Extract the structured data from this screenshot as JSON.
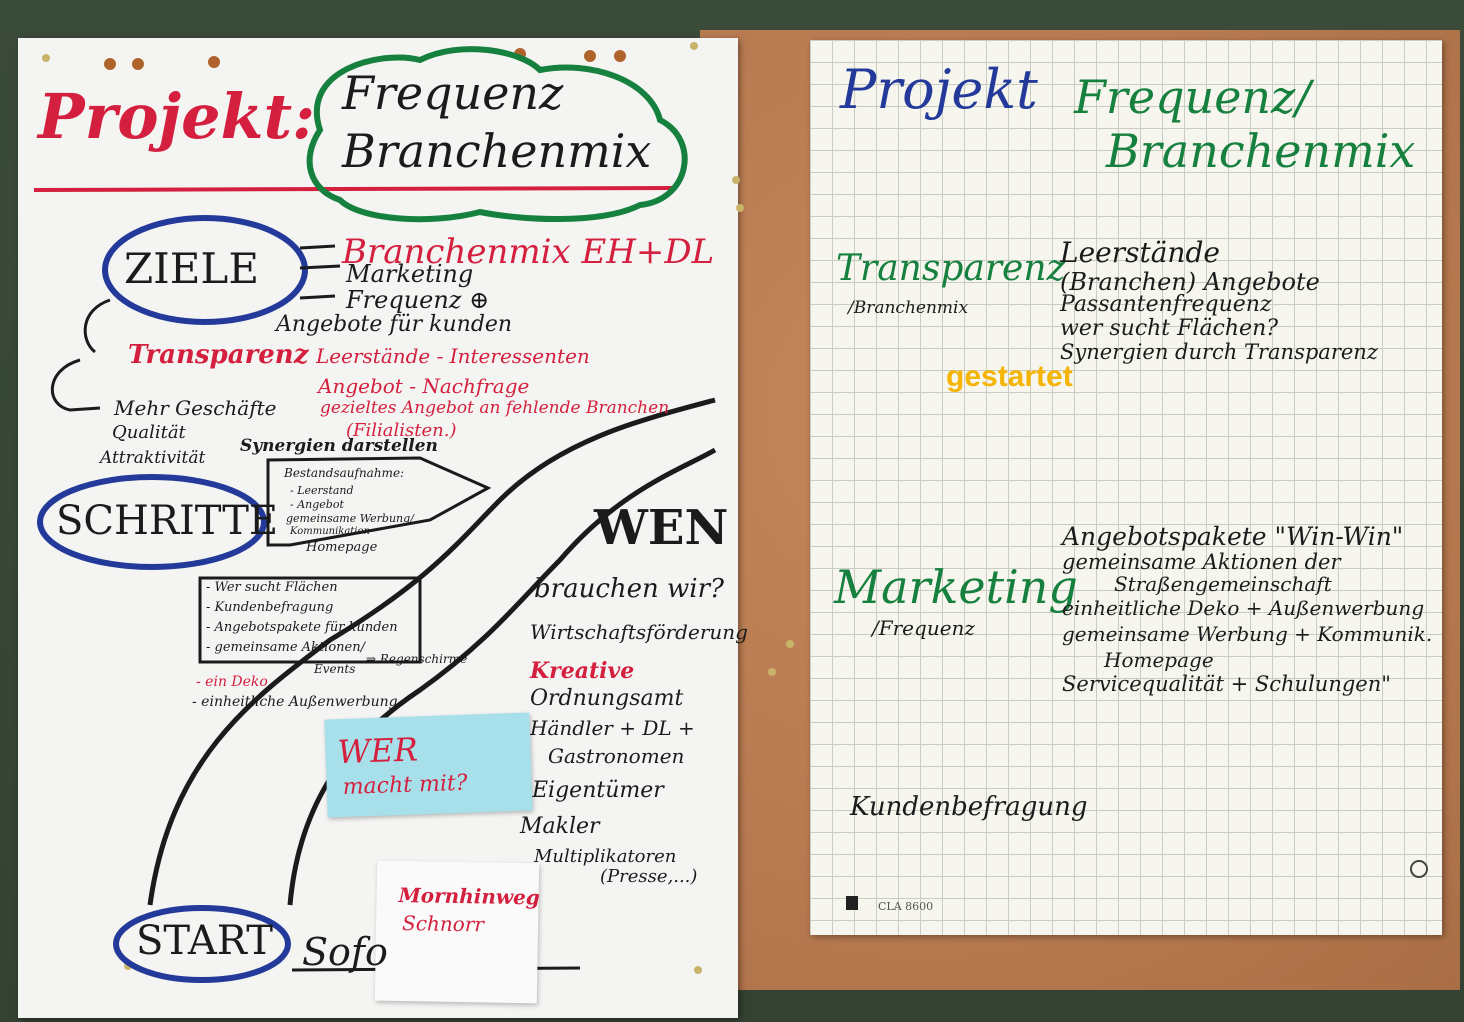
{
  "left_sheet": {
    "title_word": "Projekt:",
    "title_cloud_line1": "Frequenz",
    "title_cloud_line2": "Branchenmix",
    "ziele": "ZIELE",
    "ziele_items": [
      "Branchenmix EH+DL",
      "Marketing",
      "Frequenz ⊕",
      "Angebote für kunden"
    ],
    "transparenz": "Transparenz",
    "transparenz_lines": [
      "Leerstände - Interessenten",
      "Angebot - Nachfrage",
      "gezieltes Angebot an fehlende Branchen",
      "(Filialisten.)"
    ],
    "mehr_lines": [
      "Mehr Geschäfte",
      "Qualität",
      "Attraktivität"
    ],
    "synergien": "Synergien darstellen",
    "bestand_lines": [
      "Bestandsaufnahme:",
      "- Leerstand",
      "- Angebot",
      "gemeinsame Werbung/",
      "Kommunikation",
      "Homepage"
    ],
    "schritte": "SCHRITTE",
    "steps_lines": [
      "- Wer sucht Flächen",
      "- Kundenbefragung",
      "- Angebotspakete für kunden",
      "- gemeinsame Aktionen/",
      "Events",
      "⇒ Regenschirme"
    ],
    "steps_red": "- ein Deko",
    "steps_last": "- einheitliche Außenwerbung",
    "wen": "WEN",
    "wen_question": "brauchen wir?",
    "wen_items": [
      "Wirtschaftsförderung",
      "Kreative",
      "Ordnungsamt",
      "Händler + DL +",
      "Gastronomen",
      "Eigentümer",
      "Makler",
      "Multiplikatoren",
      "(Presse,...)"
    ],
    "sticky_blue_line1": "WER",
    "sticky_blue_line2": "macht mit?",
    "sticky_white_line1": "Mornhinweg",
    "sticky_white_line2": "Schnorr",
    "start": "START",
    "sofo": "Sofo"
  },
  "right_sheet": {
    "projekt": "Projekt",
    "cloud_line1": "Frequenz/",
    "cloud_line2": "Branchenmix",
    "transparenz": "Transparenz",
    "transparenz_sub": "/Branchenmix",
    "transparenz_items": [
      "Leerstände",
      "(Branchen) Angebote",
      "Passantenfrequenz",
      "wer sucht Flächen?",
      "Synergien durch Transparenz"
    ],
    "gestartet": "gestartet",
    "marketing": "Marketing",
    "marketing_sub": "/Frequenz",
    "marketing_items": [
      "Angebotspakete \"Win-Win\"",
      "gemeinsame Aktionen der",
      "Straßengemeinschaft",
      "einheitliche Deko + Außenwerbung",
      "gemeinsame Werbung + Kommunik.",
      "Homepage",
      "Servicequalität + Schulungen\""
    ],
    "kundenbefragung": "Kundenbefragung",
    "pad_code": "CLA 8600"
  },
  "colors": {
    "red": "#d4203e",
    "blue": "#233a9a",
    "green": "#16803e",
    "black": "#1b1b1b",
    "annotation": "#f4b400"
  }
}
